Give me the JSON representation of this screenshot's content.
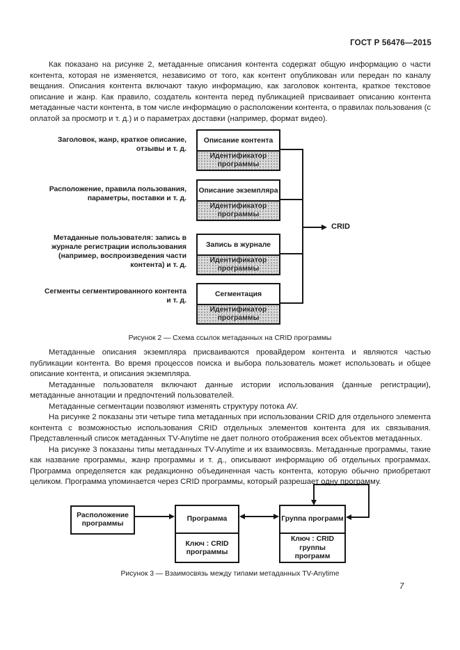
{
  "header": {
    "title": "ГОСТ Р 56476—2015"
  },
  "content": {
    "paragraphs": [
      "Как показано на рисунке 2, метаданные описания контента содержат общую информацию о части контента, которая не изменяется, независимо от того, как контент опубликован или передан по каналу вещания. Описания контента включают такую информацию, как заголовок контента, краткое текстовое описание и жанр. Как правило, создатель контента перед публикацией присваивает описанию контента метаданные части контента, в том числе информацию о расположении контента, о правилах пользования (с оплатой за просмотр и т. д.) и о параметрах доставки (например, формат видео).",
      "Метаданные описания экземпляра присваиваются провайдером контента и являются частью публикации контента. Во время процессов поиска и выбора пользователь может использовать и общее описание контента, и описания экземпляра.",
      "Метаданные пользователя включают данные истории использования (данные регистрации), метаданные аннотации и предпочтений пользователей.",
      "Метаданные сегментации позволяют изменять структуру потока AV.",
      "На рисунке 2 показаны эти четыре типа метаданных при использовании CRID для отдельного элемента контента с возможностью использования CRID отдельных элементов контента для их связывания. Представленный список метаданных TV-Anytime не дает полного отображения всех объектов метаданных.",
      "На рисунке 3 показаны типы метаданных TV-Anytime и их взаимосвязь. Метаданные программы, такие как название программы, жанр программы и т. д., описывают информацию об отдельных программах. Программа определяется как редакционно объединенная часть контента, которую обычно приобретают целиком. Программа упоминается через CRID программы, который разрешает одну программу."
    ]
  },
  "figure2": {
    "caption": "Рисунок 2 — Схема ссылок метаданных на CRID программы",
    "crid_label": "CRID",
    "rows": [
      {
        "label": "Заголовок, жанр, краткое описание, отзывы и т. д.",
        "title": "Описание контента",
        "sub": "Идентификатор программы"
      },
      {
        "label": "Расположение, правила пользования, параметры, поставки и т. д.",
        "title": "Описание экземпляра",
        "sub": "Идентификатор программы"
      },
      {
        "label": "Метаданные пользователя: запись в журнале регистрации использования (например, воспроизведения части контента) и т. д.",
        "title": "Запись в журнале",
        "sub": "Идентификатор программы"
      },
      {
        "label": "Сегменты сегментированного контента и т. д.",
        "title": "Сегментация",
        "sub": "Идентификатор программы"
      }
    ]
  },
  "figure3": {
    "caption": "Рисунок 3 — Взаимосвязь между типами метаданных TV-Anytime",
    "box_location": "Расположение программы",
    "box_program_title": "Программа",
    "box_program_key": "Ключ : CRID программы",
    "box_group_title": "Группа программ",
    "box_group_key": "Ключ : CRID группы программ"
  },
  "footer": {
    "page_number": "7"
  },
  "colors": {
    "ink": "#161616",
    "shade_fill": "#dcdcdc",
    "paper": "#ffffff"
  }
}
